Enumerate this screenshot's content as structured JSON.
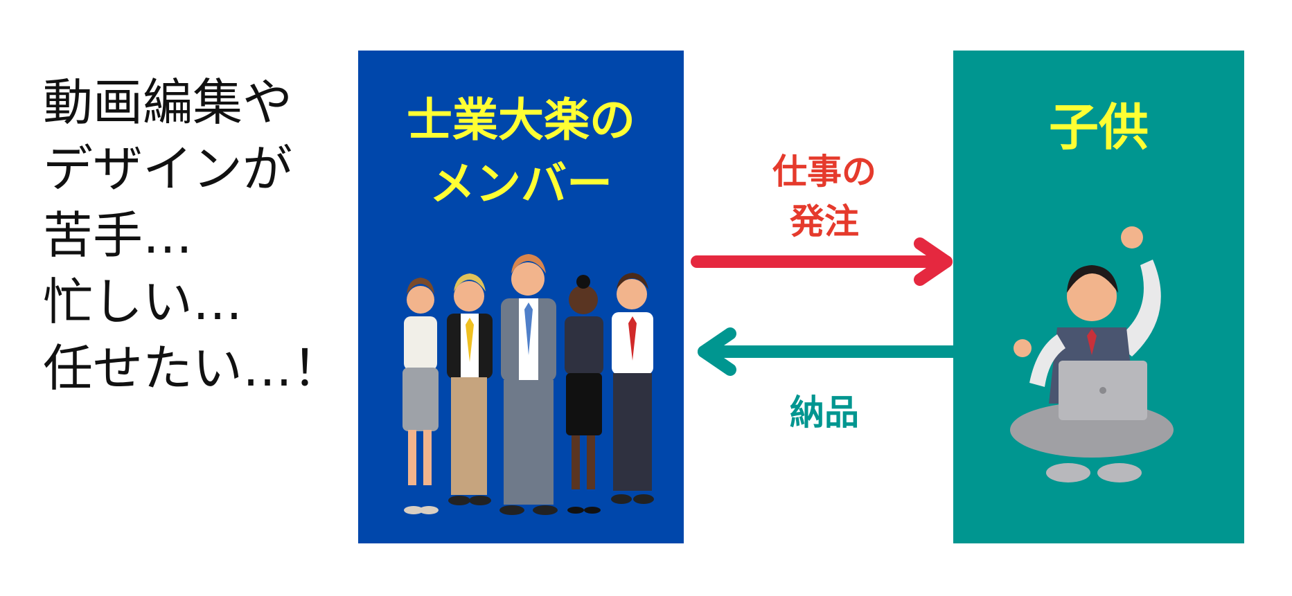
{
  "left_text": {
    "lines": [
      "動画編集や",
      "デザインが",
      "苦手…",
      "忙しい…",
      "任せたい…！"
    ]
  },
  "members_panel": {
    "title_lines": [
      "士業大楽の",
      "メンバー"
    ],
    "color": "#0047ab"
  },
  "child_panel": {
    "title": "子供",
    "color": "#009690"
  },
  "arrows": {
    "order": {
      "label_lines": [
        "仕事の",
        "発注"
      ],
      "color": "#e5283f"
    },
    "delivery": {
      "label": "納品",
      "color": "#009690"
    }
  },
  "colors": {
    "title_yellow": "#ffff33",
    "order_text": "#e53a2c"
  }
}
